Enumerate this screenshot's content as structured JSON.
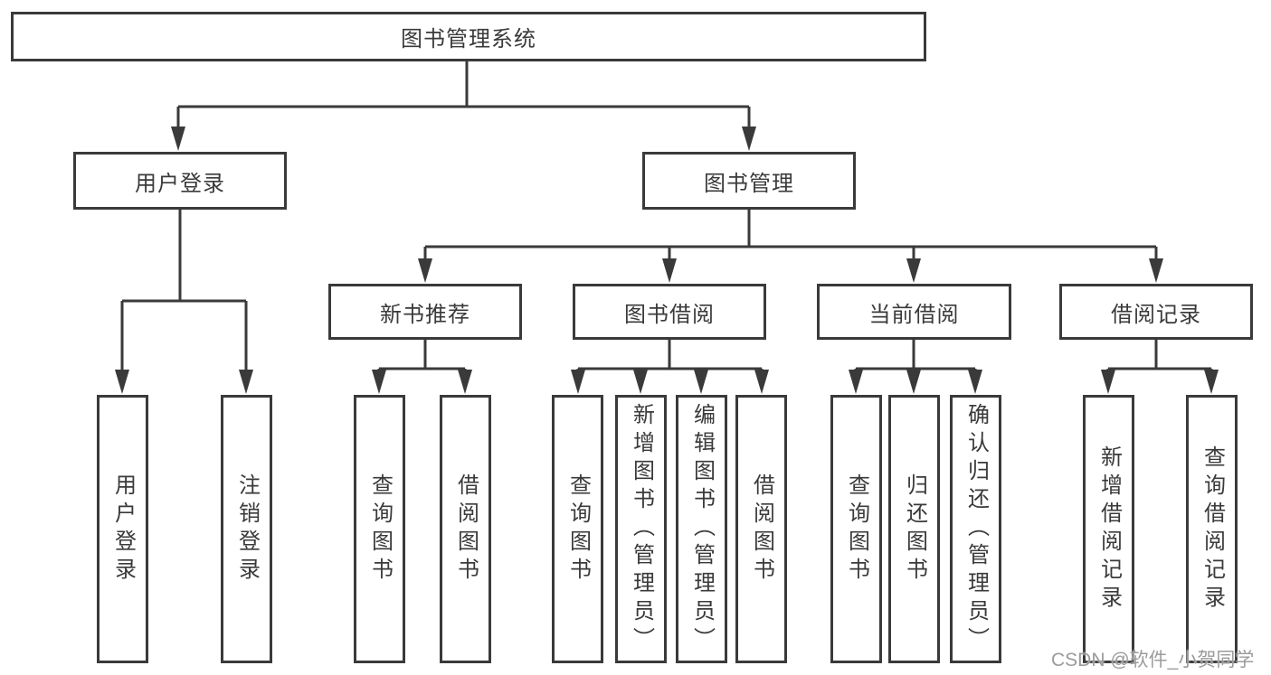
{
  "diagram_title": "图书管理系统",
  "colors": {
    "line": "#3a3a3a",
    "text": "#3a3a3a",
    "background": "#ffffff",
    "watermark": "#9b9b9b"
  },
  "tree": {
    "root": {
      "label": "图书管理系统",
      "children": [
        {
          "label": "用户登录",
          "children": [
            {
              "label": "用户登录"
            },
            {
              "label": "注销登录"
            }
          ]
        },
        {
          "label": "图书管理",
          "children": [
            {
              "label": "新书推荐",
              "children": [
                {
                  "label": "查询图书"
                },
                {
                  "label": "借阅图书"
                }
              ]
            },
            {
              "label": "图书借阅",
              "children": [
                {
                  "label": "查询图书"
                },
                {
                  "label": "新增图书（管理员）"
                },
                {
                  "label": "编辑图书（管理员）"
                },
                {
                  "label": "借阅图书"
                }
              ]
            },
            {
              "label": "当前借阅",
              "children": [
                {
                  "label": "查询图书"
                },
                {
                  "label": "归还图书"
                },
                {
                  "label": "确认归还（管理员）"
                }
              ]
            },
            {
              "label": "借阅记录",
              "children": [
                {
                  "label": "新增借阅记录"
                },
                {
                  "label": "查询借阅记录"
                }
              ]
            }
          ]
        }
      ]
    }
  },
  "watermark": {
    "text": "CSDN @软件_小贺同学"
  }
}
